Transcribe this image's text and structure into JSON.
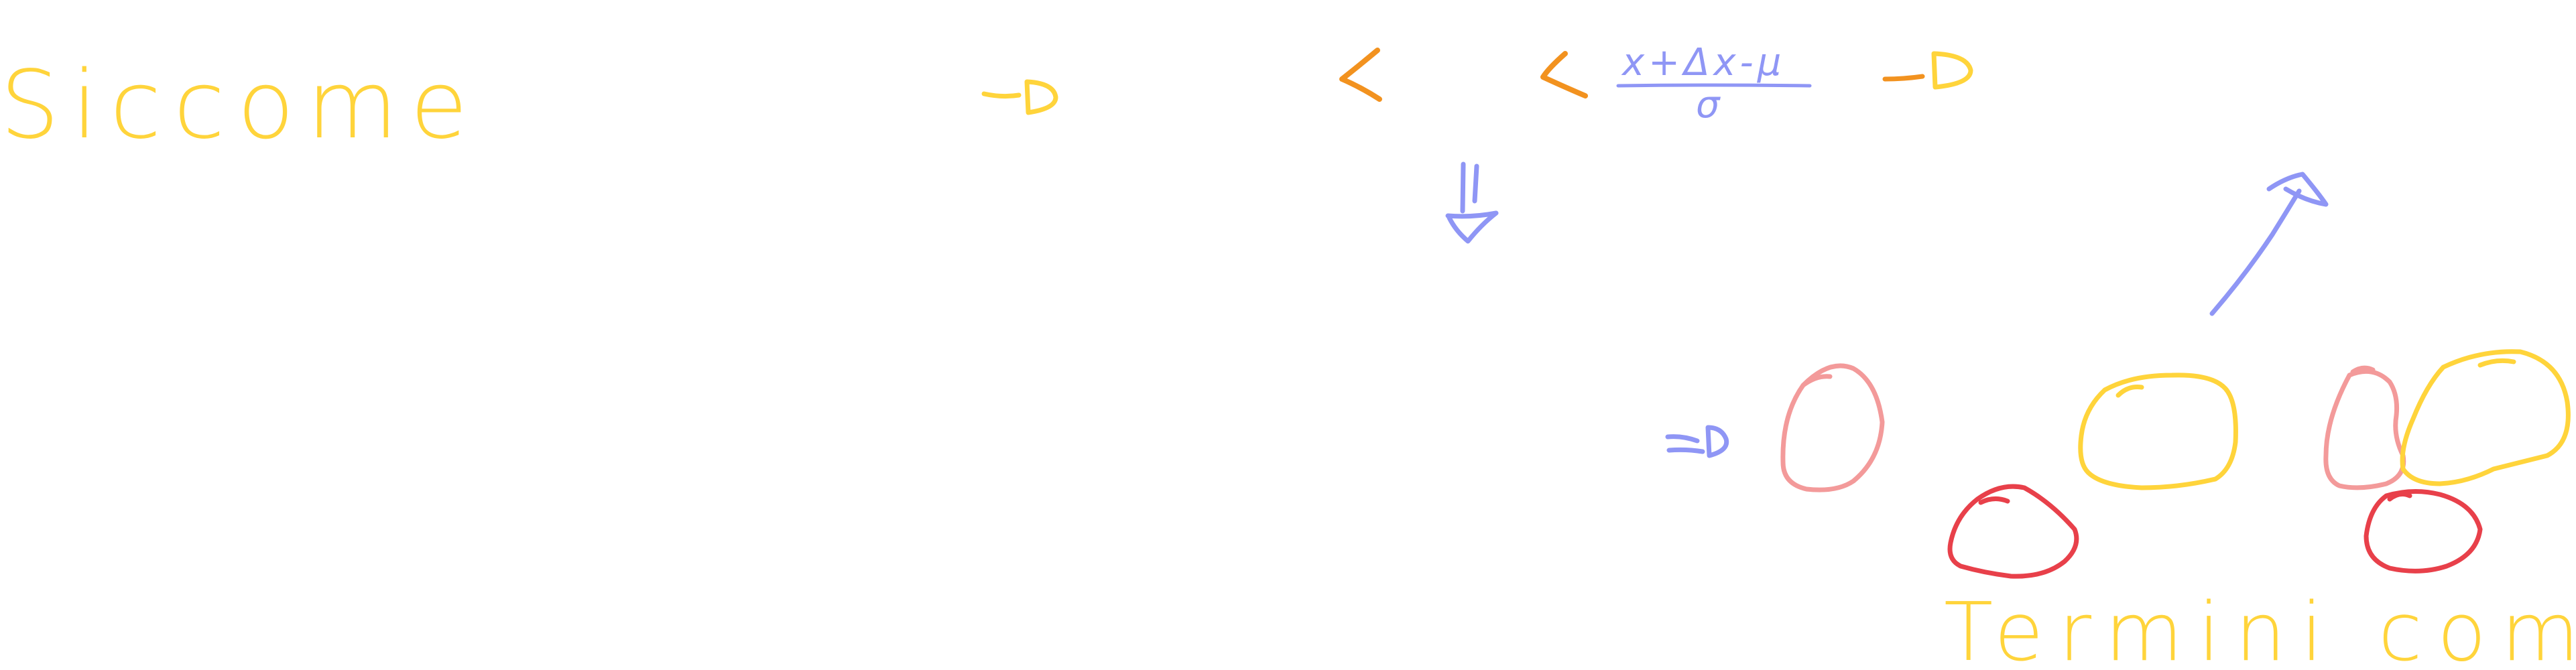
{
  "texts": {
    "siccome": "Siccome",
    "termini_comuni": "Termini comuni",
    "formula_numerator": "x+Δx-μ",
    "formula_denominator": "σ"
  },
  "colors": {
    "yellow": "#ffd43b",
    "orange": "#f2921f",
    "blue": "#8f96f5",
    "pink": "#f39a9a",
    "red": "#e8404a"
  }
}
